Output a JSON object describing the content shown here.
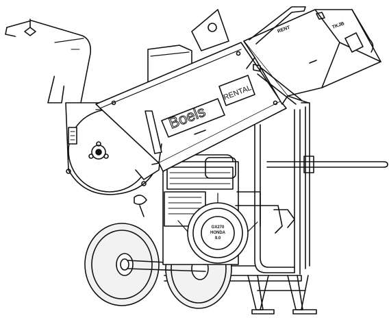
{
  "labels": {
    "brand": "Boels",
    "rental": "RENTAL",
    "engine_top": "GX270",
    "engine_mid": "HONDA",
    "engine_bot": "9.0",
    "hopper_small_a": "RENT",
    "hopper_small_b": "TKJB"
  },
  "colors": {
    "line": "#111111",
    "fill": "#ffffff",
    "shade": "#e8e8e8",
    "tire": "#f2f2f2"
  },
  "icons": {
    "rotor_hub": "three-lobe-hub",
    "warning_sticker": "safety-label"
  }
}
